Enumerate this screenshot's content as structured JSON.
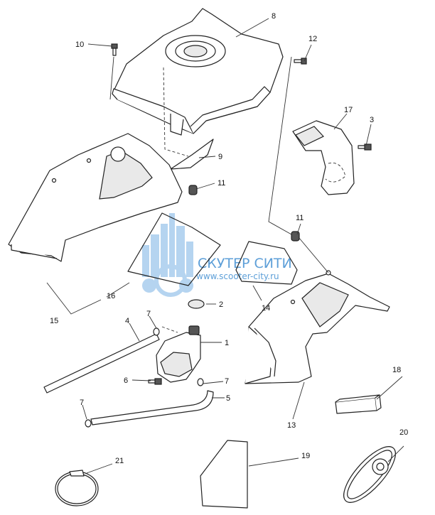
{
  "callouts": [
    {
      "id": "1",
      "label": "1"
    },
    {
      "id": "2",
      "label": "2"
    },
    {
      "id": "3",
      "label": "3"
    },
    {
      "id": "4",
      "label": "4"
    },
    {
      "id": "5",
      "label": "5"
    },
    {
      "id": "6",
      "label": "6"
    },
    {
      "id": "7a",
      "label": "7"
    },
    {
      "id": "7b",
      "label": "7"
    },
    {
      "id": "7c",
      "label": "7"
    },
    {
      "id": "8",
      "label": "8"
    },
    {
      "id": "9",
      "label": "9"
    },
    {
      "id": "10",
      "label": "10"
    },
    {
      "id": "11a",
      "label": "11"
    },
    {
      "id": "11b",
      "label": "11"
    },
    {
      "id": "12",
      "label": "12"
    },
    {
      "id": "13",
      "label": "13"
    },
    {
      "id": "14",
      "label": "14"
    },
    {
      "id": "15",
      "label": "15"
    },
    {
      "id": "16",
      "label": "16"
    },
    {
      "id": "17",
      "label": "17"
    },
    {
      "id": "18",
      "label": "18"
    },
    {
      "id": "19",
      "label": "19"
    },
    {
      "id": "20",
      "label": "20"
    },
    {
      "id": "21",
      "label": "21"
    }
  ],
  "watermark": {
    "title": "СКУТЕР СИТИ",
    "url": "www.scooter-city.ru",
    "color": "#5d9fd8"
  },
  "colors": {
    "line": "#222222",
    "background": "#ffffff"
  }
}
